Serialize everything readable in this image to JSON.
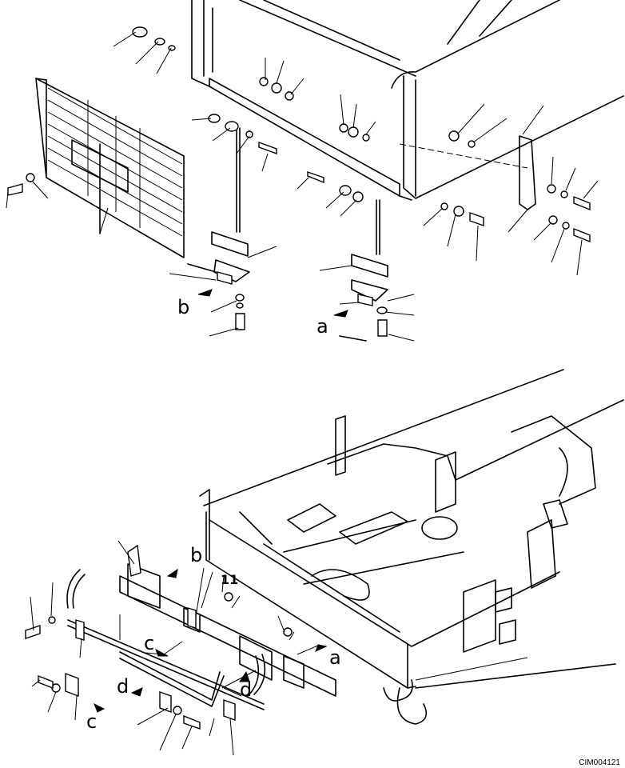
{
  "diagram": {
    "callouts": {
      "a_upper": "a",
      "b_upper": "b",
      "a_lower": "a",
      "b_lower": "b",
      "c_left": "c",
      "c_bottom": "c",
      "d_left": "d",
      "d_right": "d",
      "num_11": "11"
    },
    "reference_code": "CIM004121"
  }
}
